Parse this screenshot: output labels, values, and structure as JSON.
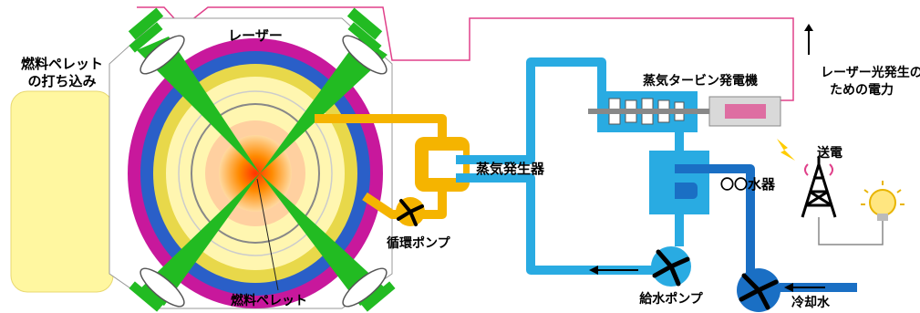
{
  "labels": {
    "fuel_injection_line1": "燃料ペレット",
    "fuel_injection_line2": "の打ち込み",
    "laser": "レーザー",
    "steam_generator": "蒸気発生器",
    "circulation_pump": "循環ポンプ",
    "fuel_pellet": "燃料ペレット",
    "turbine_generator": "蒸気タービン発電機",
    "laser_power_line1": "レーザー光発生の",
    "laser_power_line2": "ための電力",
    "transmission": "送電",
    "condenser": "〇〇水器",
    "feedwater_pump": "給水ポンプ",
    "cooling_water": "冷却水"
  },
  "colors": {
    "primary_loop": "#f5b400",
    "steam_loop": "#29abe2",
    "cooling_loop": "#1a6fc4",
    "laser_beam": "#22bb22",
    "blanket_outer": "#c8189c",
    "blanket_blue": "#2a5fc8",
    "pellet_core": "#ff7a00",
    "power_line": "#e0408a"
  },
  "icons": {
    "pump": "fan-icon",
    "tower": "transmission-tower-icon",
    "bulb": "light-bulb-icon",
    "spark": "lightning-icon"
  }
}
